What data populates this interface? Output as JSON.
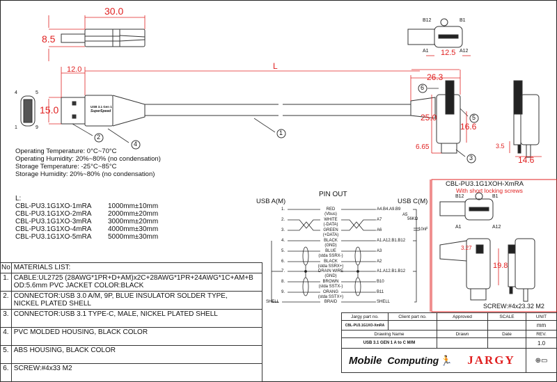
{
  "dimensions": {
    "usb_a_side_length": "30.0",
    "usb_a_side_height": "8.5",
    "usb_a_plug_length": "12.0",
    "usb_a_plug_height": "15.0",
    "cable_length": "L",
    "usb_c_width": "12.5",
    "right_angle_length": "26.3",
    "right_angle_height": "25.0",
    "right_angle_screw_height": "16.6",
    "right_angle_tip": "6.65",
    "side_screw_tip": "3.5",
    "side_depth": "14.6",
    "alt_screw_height": "19.8",
    "alt_screw_offset": "3.27"
  },
  "pin_labels": {
    "usb_a": [
      "4",
      "5",
      "1",
      "9"
    ],
    "usb_c_top": [
      "B12",
      "B1",
      "A1",
      "A12"
    ],
    "usb_c_alt": [
      "B12",
      "B1",
      "A1",
      "A12"
    ]
  },
  "usb_a_print": {
    "line1": "USB 3.1 Gen 1",
    "line2": "SuperSpeed"
  },
  "callouts": [
    "1",
    "2",
    "3",
    "4",
    "5",
    "6"
  ],
  "specs": [
    "Operating Temperature: 0°C~70°C",
    "Operating Humidity: 20%~80% (no condensation)",
    "Storage Temperature: -25°C~85°C",
    "Storage  Humidity: 20%~80% (no condensation)"
  ],
  "lengths": {
    "title": "L:",
    "rows": [
      {
        "part": "CBL-PU3.1G1XO-1mRA",
        "length": "1000mm±10mm"
      },
      {
        "part": "CBL-PU3.1G1XO-2mRA",
        "length": "2000mm±20mm"
      },
      {
        "part": "CBL-PU3.1G1XO-3mRA",
        "length": "3000mm±20mm"
      },
      {
        "part": "CBL-PU3.1G1XO-4mRA",
        "length": "4000mm±30mm"
      },
      {
        "part": "CBL-PU3.1G1XO-5mRA",
        "length": "5000mm±30mm"
      }
    ]
  },
  "pinout": {
    "title": "PIN OUT",
    "left_header": "USB A(M)",
    "right_header": "USB C(M)",
    "resistor": "A5",
    "resistor_value": "56KΩ",
    "capacitor_value": "10nF",
    "rows": [
      {
        "a": "1.",
        "wire": "RED",
        "sub": "(Vbus)",
        "c": "A4.B4.A9.B9"
      },
      {
        "a": "2.",
        "wire": "WHITE",
        "sub": "(-DATA)",
        "c": "A7"
      },
      {
        "a": "3.",
        "wire": "GREEN",
        "sub": "(+DATA)",
        "c": "A6"
      },
      {
        "a": "4.",
        "wire": "BLACK",
        "sub": "(GND)",
        "c": "A1.A12.B1.B12"
      },
      {
        "a": "5.",
        "wire": "BLUE",
        "sub": "(stda SSRX-)",
        "c": "A3"
      },
      {
        "a": "6.",
        "wire": "BLACK",
        "sub": "(stda SSRX+)",
        "c": "A2"
      },
      {
        "a": "7.",
        "wire": "DRAIN WIRE",
        "sub": "(GND)",
        "c": "A1.A12.B1.B12"
      },
      {
        "a": "8.",
        "wire": "BROWN",
        "sub": "(stda SSTX-)",
        "c": "B10"
      },
      {
        "a": "9.",
        "wire": "ORANG",
        "sub": "(stda SSTX+)",
        "c": "B11"
      },
      {
        "a": "SHELL",
        "wire": "BRAID",
        "sub": "",
        "c": "SHELL"
      }
    ]
  },
  "variant": {
    "title": "CBL-PU3.1G1XOH-XmRA",
    "subtitle": "With short locking screws",
    "screw": "SCREW:#4x23.32 M2"
  },
  "materials": {
    "header_no": "No",
    "header": "MATERIALS LIST:",
    "rows": [
      {
        "no": "1.",
        "line1": "CABLE:UL2725 (28AWG*1PR+D+AM)x2C+28AWG*1PR+24AWG*1C+AM+B",
        "line2": "OD:5.6mm  PVC JACKET COLOR:BLACK"
      },
      {
        "no": "2.",
        "line1": "CONNECTOR:USB 3.0 A/M, 9P, BLUE INSULATOR SOLDER TYPE,",
        "line2": "NICKEL PLATED SHELL"
      },
      {
        "no": "3.",
        "line1": "CONNECTOR:USB 3.1 TYPE-C, MALE, NICKEL PLATED SHELL",
        "line2": ""
      },
      {
        "no": "4.",
        "line1": "PVC MOLDED HOUSING, BLACK COLOR",
        "line2": ""
      },
      {
        "no": "5.",
        "line1": "ABS HOUSING, BLACK COLOR",
        "line2": ""
      },
      {
        "no": "6.",
        "line1": "SCREW:#4x33 M2",
        "line2": ""
      }
    ]
  },
  "title_block": {
    "h_jargy_part": "Jargy part no.",
    "h_client_part": "Client part no.",
    "h_approved": "Approved",
    "h_scale": "SCALE",
    "h_unit": "UNIT",
    "jargy_part": "CBL-PU3.1G1XO-XmRA",
    "client_part": "",
    "unit": "mm",
    "h_drawing_name": "Drawing Name",
    "h_drawn": "Drawn",
    "h_date": "Date",
    "h_rev": "REV.",
    "drawing_name": "USB 3.1 GEN 1 A to C M/M",
    "rev": "1.0",
    "logo_mobile": "Mobile",
    "logo_computing": "Computing",
    "logo_jargy": "JARGY"
  },
  "colors": {
    "dimension": "#e02020",
    "line": "#222222",
    "border": "#222222"
  }
}
